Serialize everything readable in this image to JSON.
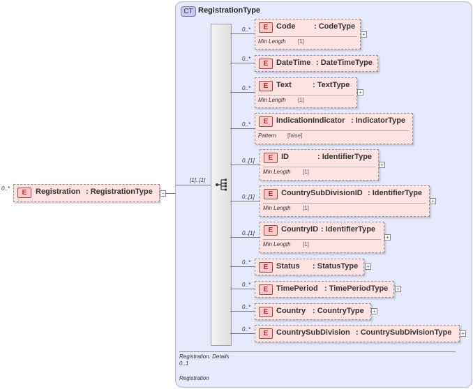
{
  "root": {
    "card": "0..*",
    "name": "Registration",
    "type": "RegistrationType"
  },
  "complex_type": {
    "tag": "CT",
    "name": "RegistrationType"
  },
  "sequence": {
    "card": "[1]..[1]"
  },
  "element_tag": "E",
  "elements": [
    {
      "card": "0..*",
      "name": "Code",
      "type": "CodeType",
      "facet": "Min Length",
      "facet_value": "[1]"
    },
    {
      "card": "0..*",
      "name": "DateTime",
      "type": "DateTimeType"
    },
    {
      "card": "0..*",
      "name": "Text",
      "type": "TextType",
      "facet": "Min Length",
      "facet_value": "[1]"
    },
    {
      "card": "0..*",
      "name": "IndicationIndicator",
      "type": "IndicatorType",
      "facet": "Pattern",
      "facet_value": "[false]"
    },
    {
      "card": "0..[1]",
      "name": "ID",
      "type": "IdentifierType",
      "facet": "Min Length",
      "facet_value": "[1]"
    },
    {
      "card": "0..[1]",
      "name": "CountrySubDivisionID",
      "type": "IdentifierType",
      "facet": "Min Length",
      "facet_value": "[1]"
    },
    {
      "card": "0..[1]",
      "name": "CountryID",
      "type": "IdentifierType",
      "facet": "Min Length",
      "facet_value": "[1]"
    },
    {
      "card": "0..*",
      "name": "Status",
      "type": "StatusType"
    },
    {
      "card": "0..*",
      "name": "TimePeriod",
      "type": "TimePeriodType"
    },
    {
      "card": "0..*",
      "name": "Country",
      "type": "CountryType"
    },
    {
      "card": "0..*",
      "name": "CountrySubDivision",
      "type": "CountrySubDivisionType"
    }
  ],
  "footer": {
    "line1": "Registration. Details",
    "line2": "0..1",
    "line3": "Registration"
  }
}
